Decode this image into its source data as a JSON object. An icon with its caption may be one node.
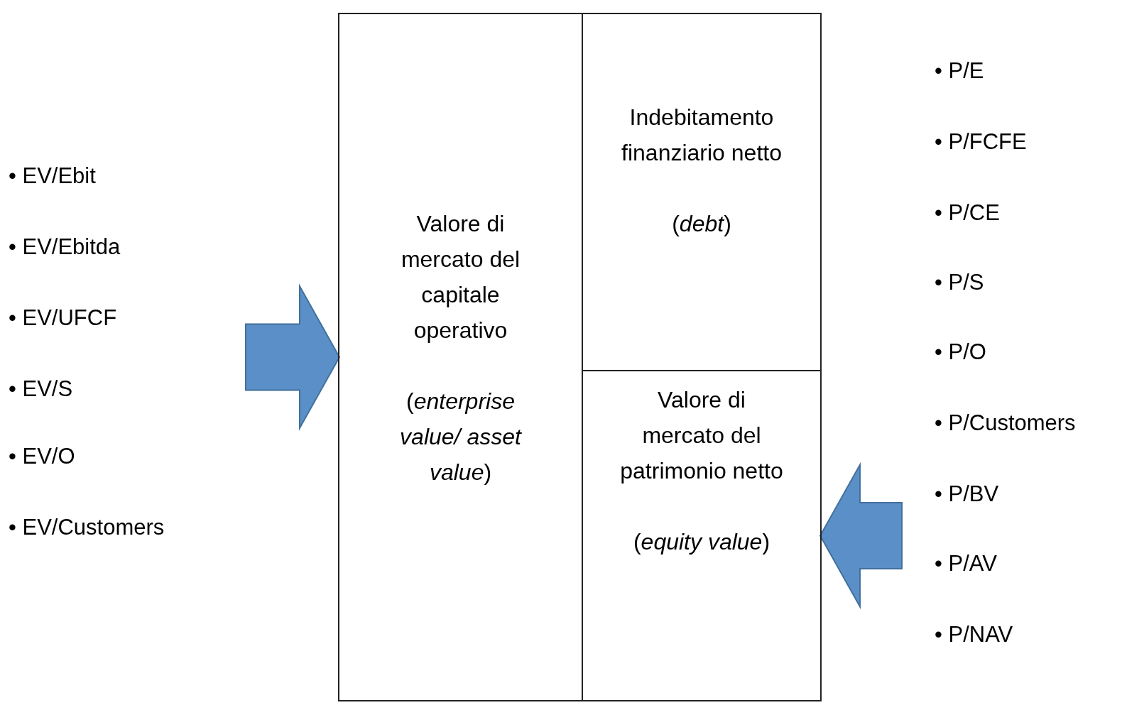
{
  "diagram": {
    "nodes": [
      {
        "text": [
          "• EV/Ebit",
          "• EV/Ebitda",
          "• EV/UFCF",
          "• EV/S",
          "• EV/O",
          "• EV/Customers"
        ]
      },
      {
        "text": [
          "Valore di mercato del capitale operativo",
          "(*enterprise value/ asset value*)"
        ]
      },
      {
        "text": [
          "Indebitamento finanziario netto",
          "(*debt*)"
        ]
      },
      {
        "text": [
          "Valore di mercato del patrimonio netto",
          "(*equity value*)"
        ]
      },
      {
        "text": [
          "• P/E",
          "• P/FCFE",
          "• P/CE",
          "• P/S",
          "• P/O",
          "• P/Customers",
          "• P/BV",
          "• P/AV",
          "• P/NAV"
        ]
      }
    ],
    "edges": [
      {
        "from": 0,
        "to": 1,
        "arrow": "to"
      },
      {
        "from": 4,
        "to": 3,
        "arrow": "to"
      }
    ]
  }
}
